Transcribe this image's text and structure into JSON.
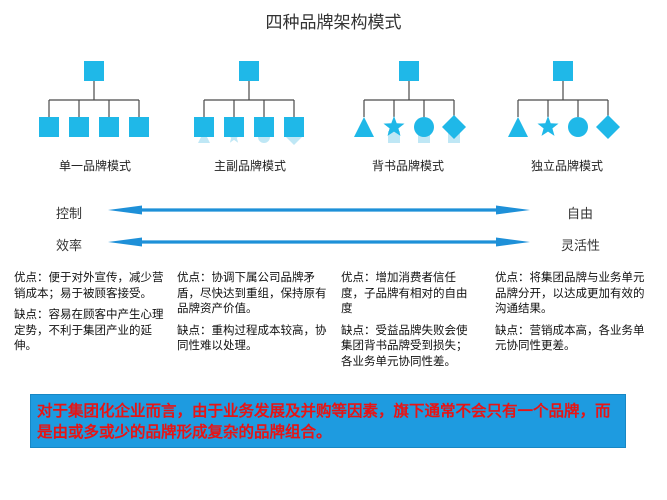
{
  "title": "四种品牌架构模式",
  "colors": {
    "node": "#1fb8e8",
    "connector": "#4a4a4a",
    "arrow": "#1e90d8",
    "banner_bg": "#1e9be0",
    "banner_text": "#e81414"
  },
  "models": [
    {
      "label": "单一品牌模式",
      "children": [
        "square",
        "square",
        "square",
        "square"
      ],
      "faded_children": []
    },
    {
      "label": "主副品牌模式",
      "children": [
        "square",
        "square",
        "square",
        "square"
      ],
      "faded_children": [
        "triangle",
        "star",
        "circle",
        "diamond"
      ]
    },
    {
      "label": "背书品牌模式",
      "children": [
        "triangle",
        "star",
        "circle",
        "diamond"
      ],
      "faded_children": [
        "square",
        "square",
        "square"
      ]
    },
    {
      "label": "独立品牌模式",
      "children": [
        "triangle",
        "star",
        "circle",
        "diamond"
      ],
      "faded_children": []
    }
  ],
  "axes": [
    {
      "left": "控制",
      "right": "自由"
    },
    {
      "left": "效率",
      "right": "灵活性"
    }
  ],
  "descriptions": [
    {
      "pros": "优点：便于对外宣传，减少营销成本；易于被顾客接受。",
      "cons": "缺点：容易在顾客中产生心理定势，不利于集团产业的延伸。"
    },
    {
      "pros": "优点：协调下属公司品牌矛盾，尽快达到重组，保持原有品牌资产价值。",
      "cons": "缺点：重构过程成本较高，协同性难以处理。"
    },
    {
      "pros": "优点：增加消费者信任度，子品牌有相对的自由度",
      "cons": "缺点：受益品牌失败会使集团背书品牌受到损失；各业务单元协同性差。"
    },
    {
      "pros": "优点：将集团品牌与业务单元品牌分开，以达成更加有效的沟通结果。",
      "cons": "缺点：营销成本高，各业务单元协同性更差。"
    }
  ],
  "conclusion": "对于集团化企业而言，由于业务发展及并购等因素，旗下通常不会只有一个品牌，而是由或多或少的品牌形成复杂的品牌组合。"
}
